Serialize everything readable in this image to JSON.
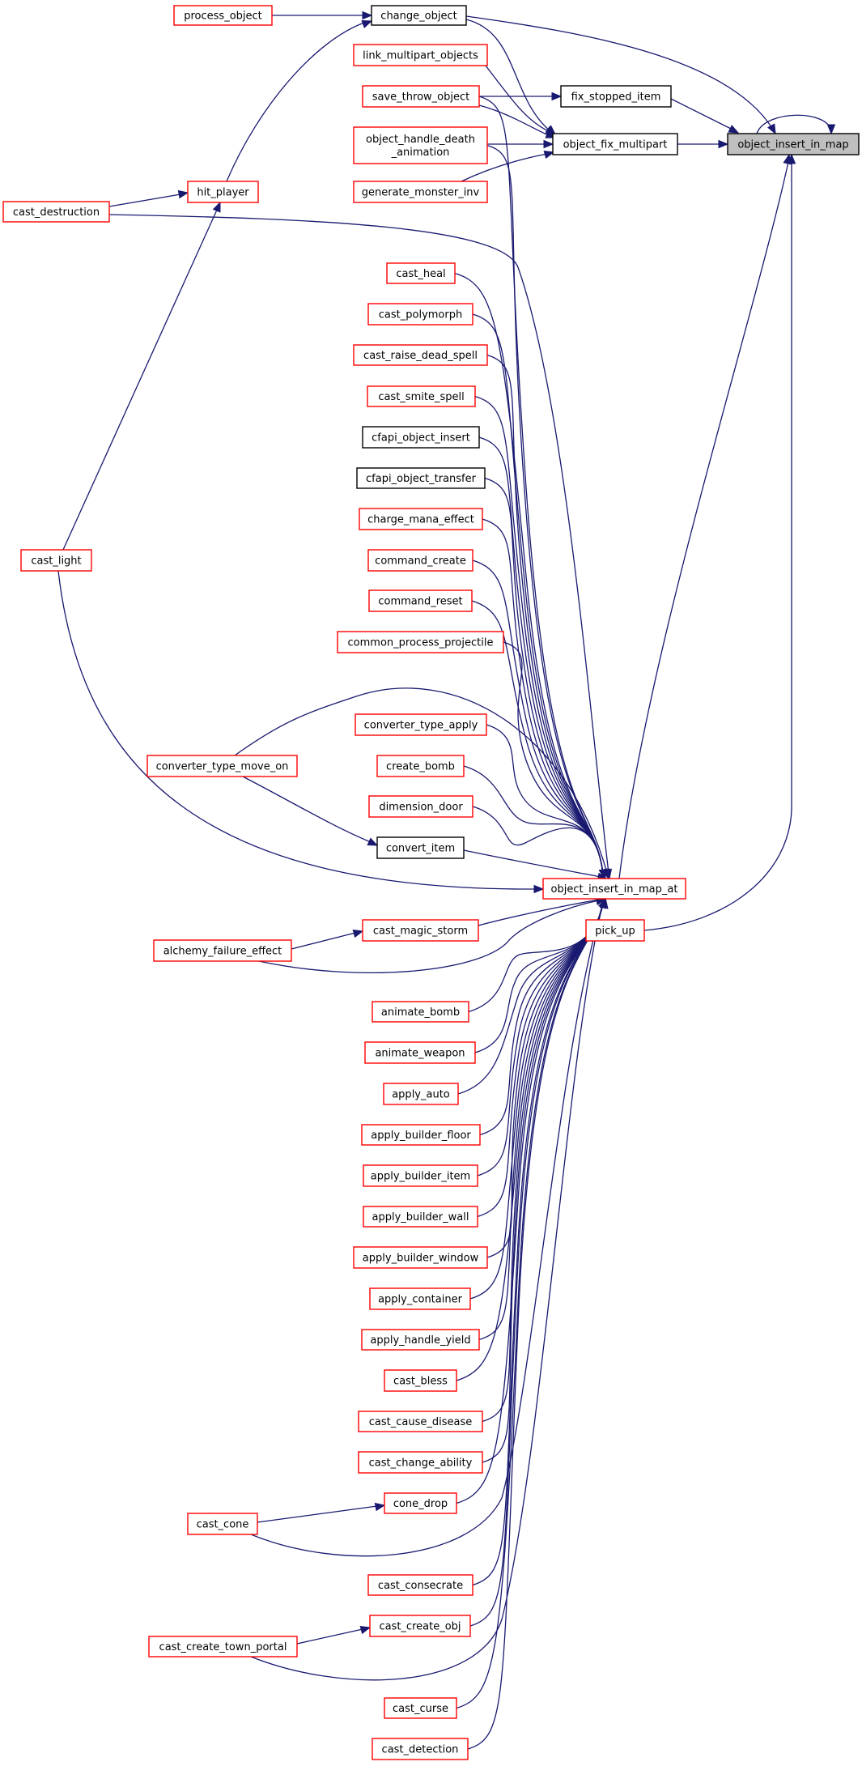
{
  "graph": {
    "type": "caller-graph",
    "colors": {
      "edge": "#191970",
      "caller_border": "#ff0000",
      "documented_border": "#000000",
      "root_fill": "#bfbfbf"
    },
    "nodes": [
      {
        "id": "object_insert_in_map",
        "label": "object_insert_in_map",
        "style": "root"
      },
      {
        "id": "change_object",
        "label": "change_object",
        "style": "black"
      },
      {
        "id": "process_object",
        "label": "process_object",
        "style": "red"
      },
      {
        "id": "link_multipart_objects",
        "label": "link_multipart_objects",
        "style": "red"
      },
      {
        "id": "save_throw_object",
        "label": "save_throw_object",
        "style": "red"
      },
      {
        "id": "fix_stopped_item",
        "label": "fix_stopped_item",
        "style": "black"
      },
      {
        "id": "object_handle_death_animation",
        "label": [
          "object_handle_death",
          "_animation"
        ],
        "style": "red"
      },
      {
        "id": "object_fix_multipart",
        "label": "object_fix_multipart",
        "style": "black"
      },
      {
        "id": "generate_monster_inv",
        "label": "generate_monster_inv",
        "style": "red"
      },
      {
        "id": "hit_player",
        "label": "hit_player",
        "style": "red"
      },
      {
        "id": "cast_destruction",
        "label": "cast_destruction",
        "style": "red"
      },
      {
        "id": "cast_heal",
        "label": "cast_heal",
        "style": "red"
      },
      {
        "id": "cast_polymorph",
        "label": "cast_polymorph",
        "style": "red"
      },
      {
        "id": "cast_raise_dead_spell",
        "label": "cast_raise_dead_spell",
        "style": "red"
      },
      {
        "id": "cast_smite_spell",
        "label": "cast_smite_spell",
        "style": "red"
      },
      {
        "id": "cfapi_object_insert",
        "label": "cfapi_object_insert",
        "style": "black"
      },
      {
        "id": "cfapi_object_transfer",
        "label": "cfapi_object_transfer",
        "style": "black"
      },
      {
        "id": "charge_mana_effect",
        "label": "charge_mana_effect",
        "style": "red"
      },
      {
        "id": "cast_light",
        "label": "cast_light",
        "style": "red"
      },
      {
        "id": "command_create",
        "label": "command_create",
        "style": "red"
      },
      {
        "id": "command_reset",
        "label": "command_reset",
        "style": "red"
      },
      {
        "id": "common_process_projectile",
        "label": "common_process_projectile",
        "style": "red"
      },
      {
        "id": "converter_type_apply",
        "label": "converter_type_apply",
        "style": "red"
      },
      {
        "id": "converter_type_move_on",
        "label": "converter_type_move_on",
        "style": "red"
      },
      {
        "id": "create_bomb",
        "label": "create_bomb",
        "style": "red"
      },
      {
        "id": "dimension_door",
        "label": "dimension_door",
        "style": "red"
      },
      {
        "id": "convert_item",
        "label": "convert_item",
        "style": "black"
      },
      {
        "id": "object_insert_in_map_at",
        "label": "object_insert_in_map_at",
        "style": "red"
      },
      {
        "id": "pick_up",
        "label": "pick_up",
        "style": "red"
      },
      {
        "id": "cast_magic_storm",
        "label": "cast_magic_storm",
        "style": "red"
      },
      {
        "id": "alchemy_failure_effect",
        "label": "alchemy_failure_effect",
        "style": "red"
      },
      {
        "id": "animate_bomb",
        "label": "animate_bomb",
        "style": "red"
      },
      {
        "id": "animate_weapon",
        "label": "animate_weapon",
        "style": "red"
      },
      {
        "id": "apply_auto",
        "label": "apply_auto",
        "style": "red"
      },
      {
        "id": "apply_builder_floor",
        "label": "apply_builder_floor",
        "style": "red"
      },
      {
        "id": "apply_builder_item",
        "label": "apply_builder_item",
        "style": "red"
      },
      {
        "id": "apply_builder_wall",
        "label": "apply_builder_wall",
        "style": "red"
      },
      {
        "id": "apply_builder_window",
        "label": "apply_builder_window",
        "style": "red"
      },
      {
        "id": "apply_container",
        "label": "apply_container",
        "style": "red"
      },
      {
        "id": "apply_handle_yield",
        "label": "apply_handle_yield",
        "style": "red"
      },
      {
        "id": "cast_bless",
        "label": "cast_bless",
        "style": "red"
      },
      {
        "id": "cast_cause_disease",
        "label": "cast_cause_disease",
        "style": "red"
      },
      {
        "id": "cast_change_ability",
        "label": "cast_change_ability",
        "style": "red"
      },
      {
        "id": "cone_drop",
        "label": "cone_drop",
        "style": "red"
      },
      {
        "id": "cast_cone",
        "label": "cast_cone",
        "style": "red"
      },
      {
        "id": "cast_consecrate",
        "label": "cast_consecrate",
        "style": "red"
      },
      {
        "id": "cast_create_obj",
        "label": "cast_create_obj",
        "style": "red"
      },
      {
        "id": "cast_create_town_portal",
        "label": "cast_create_town_portal",
        "style": "red"
      },
      {
        "id": "cast_curse",
        "label": "cast_curse",
        "style": "red"
      },
      {
        "id": "cast_detection",
        "label": "cast_detection",
        "style": "red"
      }
    ],
    "edges": [
      [
        "object_insert_in_map",
        "object_insert_in_map"
      ],
      [
        "change_object",
        "object_insert_in_map"
      ],
      [
        "fix_stopped_item",
        "object_insert_in_map"
      ],
      [
        "object_fix_multipart",
        "object_insert_in_map"
      ],
      [
        "object_insert_in_map_at",
        "object_insert_in_map"
      ],
      [
        "pick_up",
        "object_insert_in_map"
      ],
      [
        "process_object",
        "change_object"
      ],
      [
        "hit_player",
        "change_object"
      ],
      [
        "save_throw_object",
        "fix_stopped_item"
      ],
      [
        "change_object",
        "object_fix_multipart"
      ],
      [
        "link_multipart_objects",
        "object_fix_multipart"
      ],
      [
        "save_throw_object",
        "object_fix_multipart"
      ],
      [
        "object_handle_death_animation",
        "object_fix_multipart"
      ],
      [
        "generate_monster_inv",
        "object_fix_multipart"
      ],
      [
        "cast_destruction",
        "hit_player"
      ],
      [
        "cast_light",
        "hit_player"
      ],
      [
        "converter_type_move_on",
        "convert_item"
      ],
      [
        "alchemy_failure_effect",
        "cast_magic_storm"
      ],
      [
        "cast_cone",
        "cone_drop"
      ],
      [
        "cast_create_town_portal",
        "cast_create_obj"
      ],
      [
        "save_throw_object",
        "object_insert_in_map_at"
      ],
      [
        "object_handle_death_animation",
        "object_insert_in_map_at"
      ],
      [
        "cast_destruction",
        "object_insert_in_map_at"
      ],
      [
        "cast_heal",
        "object_insert_in_map_at"
      ],
      [
        "cast_polymorph",
        "object_insert_in_map_at"
      ],
      [
        "cast_raise_dead_spell",
        "object_insert_in_map_at"
      ],
      [
        "cast_smite_spell",
        "object_insert_in_map_at"
      ],
      [
        "cfapi_object_insert",
        "object_insert_in_map_at"
      ],
      [
        "cfapi_object_transfer",
        "object_insert_in_map_at"
      ],
      [
        "charge_mana_effect",
        "object_insert_in_map_at"
      ],
      [
        "command_create",
        "object_insert_in_map_at"
      ],
      [
        "command_reset",
        "object_insert_in_map_at"
      ],
      [
        "common_process_projectile",
        "object_insert_in_map_at"
      ],
      [
        "converter_type_move_on",
        "object_insert_in_map_at"
      ],
      [
        "converter_type_apply",
        "object_insert_in_map_at"
      ],
      [
        "create_bomb",
        "object_insert_in_map_at"
      ],
      [
        "dimension_door",
        "object_insert_in_map_at"
      ],
      [
        "convert_item",
        "object_insert_in_map_at"
      ],
      [
        "cast_light",
        "object_insert_in_map_at"
      ],
      [
        "cast_magic_storm",
        "object_insert_in_map_at"
      ],
      [
        "alchemy_failure_effect",
        "object_insert_in_map_at"
      ],
      [
        "animate_bomb",
        "object_insert_in_map_at"
      ],
      [
        "animate_weapon",
        "object_insert_in_map_at"
      ],
      [
        "apply_auto",
        "object_insert_in_map_at"
      ],
      [
        "apply_builder_floor",
        "object_insert_in_map_at"
      ],
      [
        "apply_builder_item",
        "object_insert_in_map_at"
      ],
      [
        "apply_builder_wall",
        "object_insert_in_map_at"
      ],
      [
        "apply_builder_window",
        "object_insert_in_map_at"
      ],
      [
        "apply_container",
        "object_insert_in_map_at"
      ],
      [
        "apply_handle_yield",
        "object_insert_in_map_at"
      ],
      [
        "cast_bless",
        "object_insert_in_map_at"
      ],
      [
        "cast_cause_disease",
        "object_insert_in_map_at"
      ],
      [
        "cast_change_ability",
        "object_insert_in_map_at"
      ],
      [
        "cone_drop",
        "object_insert_in_map_at"
      ],
      [
        "cast_cone",
        "object_insert_in_map_at"
      ],
      [
        "cast_consecrate",
        "object_insert_in_map_at"
      ],
      [
        "cast_create_obj",
        "object_insert_in_map_at"
      ],
      [
        "cast_create_town_portal",
        "object_insert_in_map_at"
      ],
      [
        "cast_curse",
        "object_insert_in_map_at"
      ],
      [
        "cast_detection",
        "object_insert_in_map_at"
      ]
    ]
  }
}
